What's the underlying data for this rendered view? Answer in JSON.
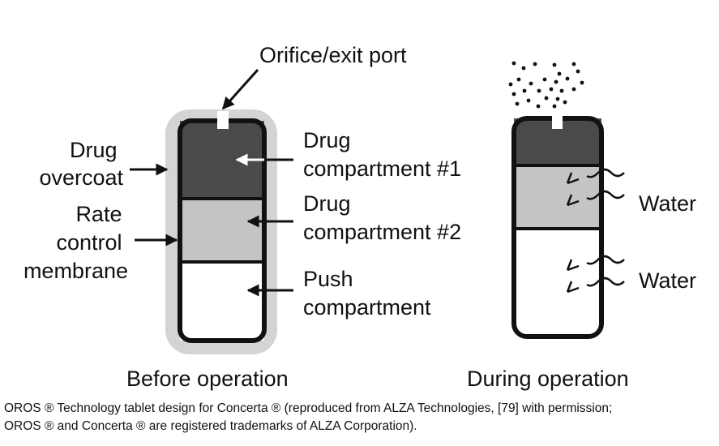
{
  "labels": {
    "orifice": "Orifice/exit port",
    "drug_overcoat": [
      "Drug",
      "overcoat"
    ],
    "rate_control": [
      "Rate",
      "control",
      "membrane"
    ],
    "drug_comp_1": [
      "Drug",
      "compartment #1"
    ],
    "drug_comp_2": [
      "Drug",
      "compartment #2"
    ],
    "push_comp": [
      "Push",
      "compartment"
    ],
    "water_1": "Water",
    "water_2": "Water",
    "before": "Before operation",
    "during": "During operation"
  },
  "caption": {
    "line1": "OROS ® Technology tablet design for Concerta ® (reproduced from ALZA Technologies, [79] with permission;",
    "line2": "OROS ® and Concerta ® are registered trademarks of ALZA Corporation)."
  },
  "colors": {
    "ink": "#111111",
    "overcoat": "#d4d4d4",
    "drug_compartment_1": "#4a4a4a",
    "drug_compartment_2": "#c4c4c4",
    "push_compartment": "#ffffff"
  }
}
